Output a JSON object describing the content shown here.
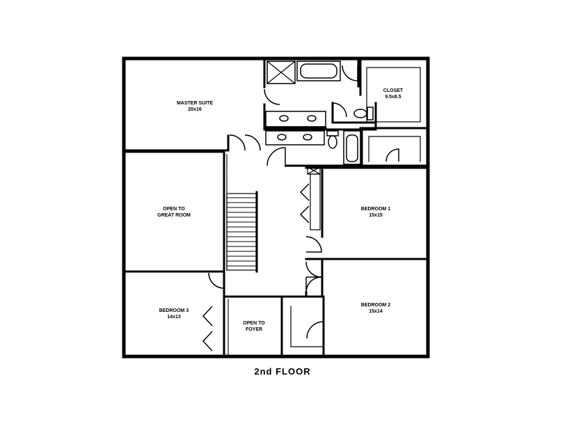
{
  "floor_title": "2nd FLOOR",
  "rooms": {
    "master_suite": {
      "name": "MASTER SUITE",
      "size": "20x16"
    },
    "closet": {
      "name": "CLOSET",
      "size": "9.5x8.5"
    },
    "open_great_room": {
      "line1": "OPEN TO",
      "line2": "GREAT ROOM"
    },
    "bedroom_1": {
      "name": "BEDROOM 1",
      "size": "15x15"
    },
    "bedroom_2": {
      "name": "BEDROOM 2",
      "size": "15x14"
    },
    "bedroom_3": {
      "name": "BEDROOM 3",
      "size": "14x13"
    },
    "open_foyer": {
      "line1": "OPEN TO",
      "line2": "FOYER"
    }
  },
  "colors": {
    "walls": "#000000",
    "background": "#ffffff"
  }
}
